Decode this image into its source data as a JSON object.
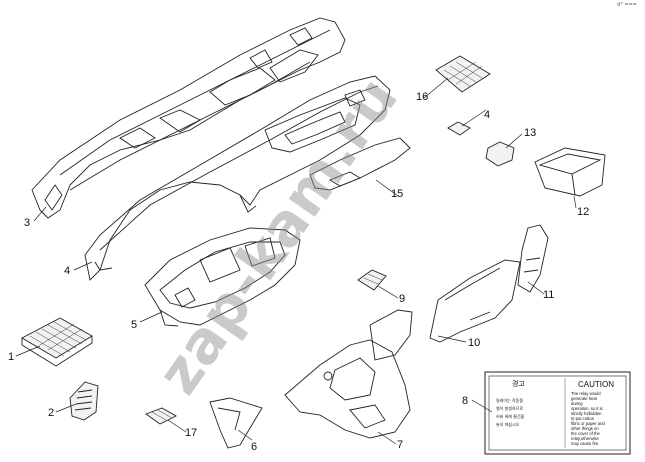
{
  "corner_mark": "d° ===",
  "watermark": "zap-kam.ru",
  "callouts": [
    "1",
    "2",
    "3",
    "4",
    "4",
    "5",
    "6",
    "7",
    "8",
    "9",
    "10",
    "11",
    "12",
    "13",
    "15",
    "16",
    "17"
  ],
  "label": {
    "korean_title": "경고",
    "title": "CAUTION",
    "lines": [
      "The relay would",
      "generate heat",
      "during",
      "operation, so it is",
      "strictly forbidden",
      "to put cotton",
      "fibric or paper and",
      "other things on",
      "the cover of the",
      "relay,otherwise",
      "may cause fire."
    ],
    "korean_lines": [
      "릴레이는 작동중",
      "열이 발생하므로",
      "커버 위에 물건을",
      "놓지 마십시오"
    ]
  }
}
